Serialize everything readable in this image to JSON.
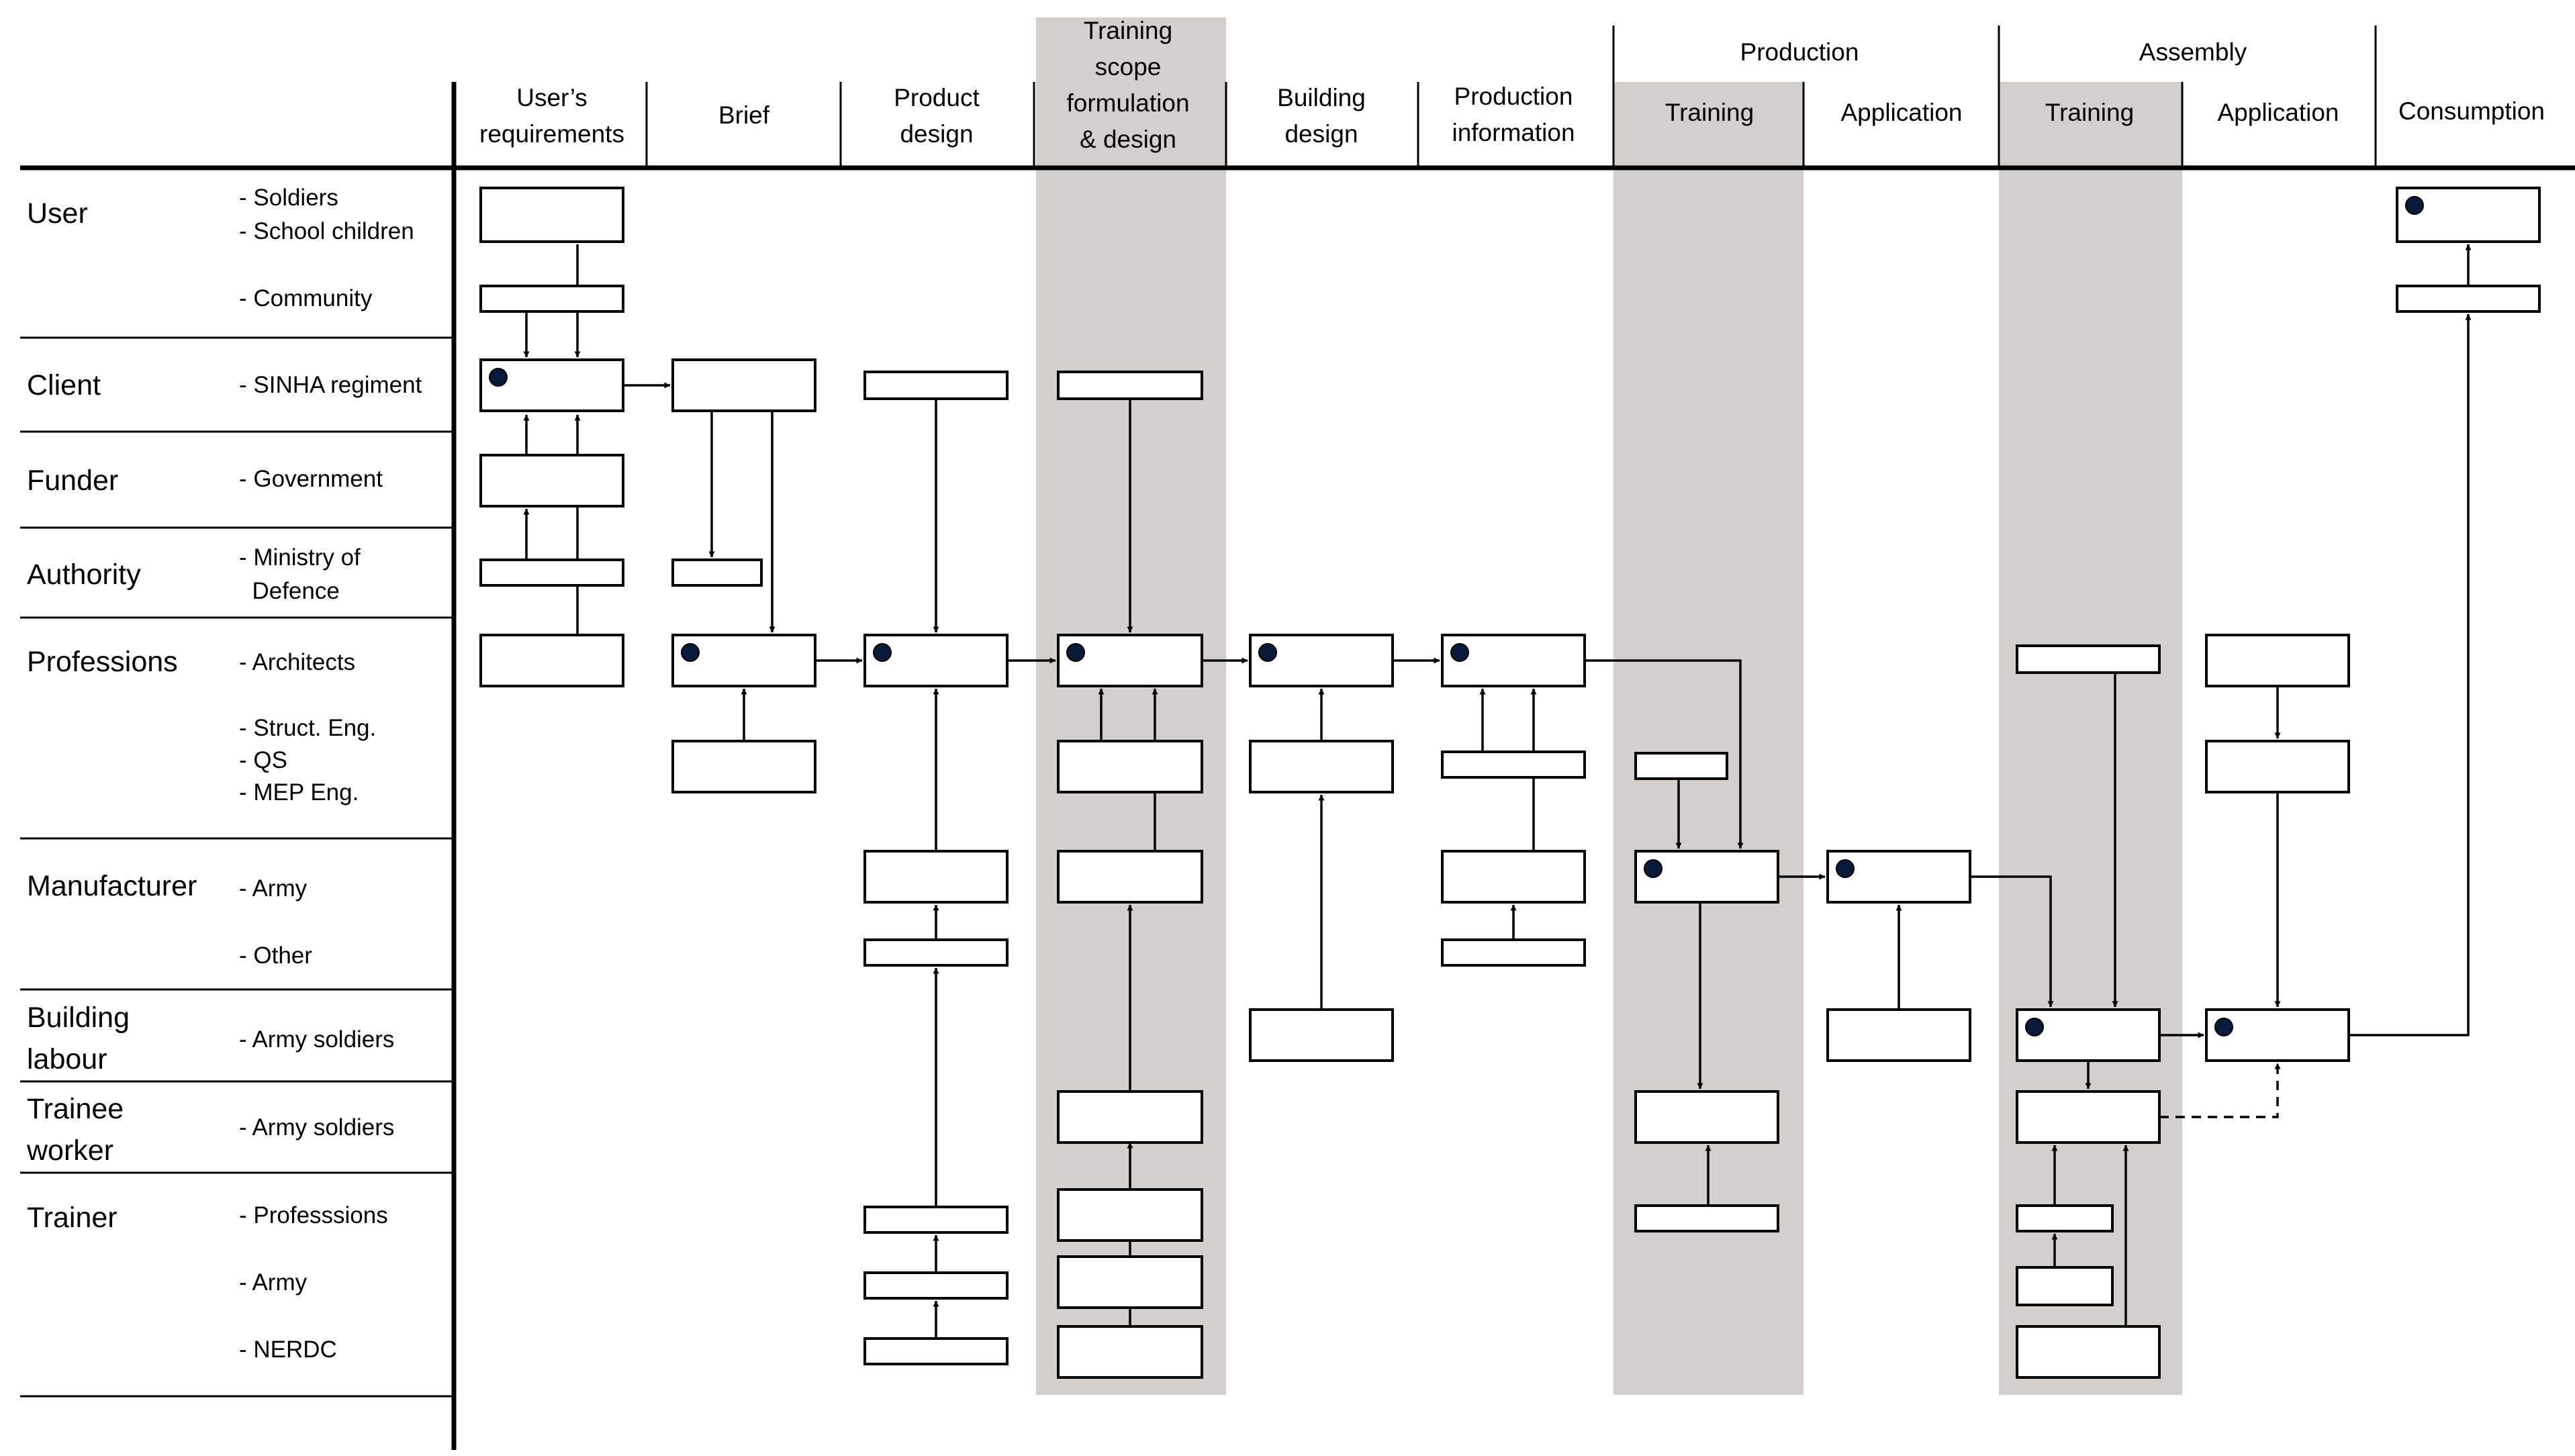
{
  "header": {
    "stages": [
      {
        "id": "users-requirements",
        "lines": [
          "User’s",
          "requirements"
        ],
        "shaded": false
      },
      {
        "id": "brief",
        "lines": [
          "Brief"
        ],
        "shaded": false
      },
      {
        "id": "product-design",
        "lines": [
          "Product",
          "design"
        ],
        "shaded": false
      },
      {
        "id": "training-scope",
        "lines": [
          "Training",
          "scope",
          "formulation",
          "& design"
        ],
        "shaded": true
      },
      {
        "id": "building-design",
        "lines": [
          "Building",
          "design"
        ],
        "shaded": false
      },
      {
        "id": "production-information",
        "lines": [
          "Production",
          "information"
        ],
        "shaded": false
      },
      {
        "id": "production-training",
        "lines": [
          "Training"
        ],
        "shaded": true
      },
      {
        "id": "production-application",
        "lines": [
          "Application"
        ],
        "shaded": false
      },
      {
        "id": "assembly-training",
        "lines": [
          "Training"
        ],
        "shaded": true
      },
      {
        "id": "assembly-application",
        "lines": [
          "Application"
        ],
        "shaded": false
      },
      {
        "id": "consumption",
        "lines": [
          "Consumption"
        ],
        "shaded": false
      }
    ],
    "groups": [
      {
        "id": "production",
        "label": "Production"
      },
      {
        "id": "assembly",
        "label": "Assembly"
      }
    ]
  },
  "actors": [
    {
      "id": "user",
      "lines": [
        "User"
      ],
      "members": [
        [
          "- Soldiers"
        ],
        [
          "- School children"
        ],
        [
          "- Community"
        ]
      ]
    },
    {
      "id": "client",
      "lines": [
        "Client"
      ],
      "members": [
        [
          "- SINHA regiment"
        ]
      ]
    },
    {
      "id": "funder",
      "lines": [
        "Funder"
      ],
      "members": [
        [
          "- Government"
        ]
      ]
    },
    {
      "id": "authority",
      "lines": [
        "Authority"
      ],
      "members": [
        [
          "- Ministry of",
          "  Defence"
        ]
      ]
    },
    {
      "id": "professions",
      "lines": [
        "Professions"
      ],
      "members": [
        [
          "- Architects"
        ],
        [
          "- Struct. Eng."
        ],
        [
          "- QS"
        ],
        [
          "- MEP Eng."
        ]
      ]
    },
    {
      "id": "manufacturer",
      "lines": [
        "Manufacturer"
      ],
      "members": [
        [
          "- Army"
        ],
        [
          "- Other"
        ]
      ]
    },
    {
      "id": "building-labour",
      "lines": [
        "Building",
        "labour"
      ],
      "members": [
        [
          "- Army soldiers"
        ]
      ]
    },
    {
      "id": "trainee-worker",
      "lines": [
        "Trainee",
        "worker"
      ],
      "members": [
        [
          "- Army soldiers"
        ]
      ]
    },
    {
      "id": "trainer",
      "lines": [
        "Trainer"
      ],
      "members": [
        [
          "- Professsions"
        ],
        [
          "- Army"
        ],
        [
          "- NERDC"
        ]
      ]
    }
  ],
  "colors": {
    "line": "#000000",
    "band": "#d3cfcc",
    "box_fill": "#ffffff",
    "lead_marker": "#0a1a3a"
  }
}
